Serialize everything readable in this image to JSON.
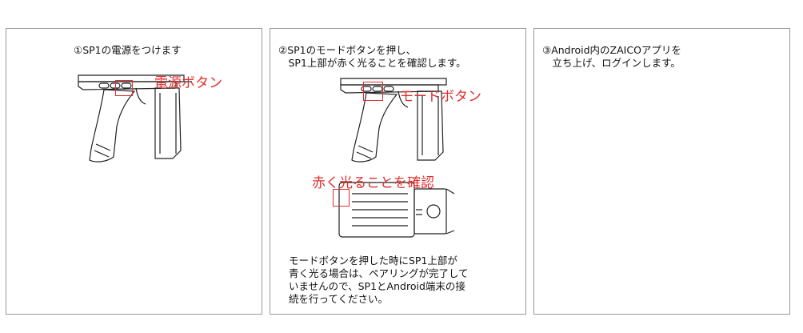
{
  "panels": [
    {
      "step_text": "①SP1の電源をつけます",
      "callout": "電源ボタン"
    },
    {
      "step_text": "②SP1のモードボタンを押し、\n　SP1上部が赤く光ることを確認します。",
      "callout_top": "モードボタン",
      "callout_bottom": "赤く光ることを確認",
      "note": "モードボタンを押した時にSP1上部が\n青く光る場合は、ペアリングが完了して\nいませんので、SP1とAndroid端末の接\n続を行ってください。"
    },
    {
      "step_text": "③Android内のZAICOアプリを\n　立ち上げ、ログインします。"
    }
  ],
  "colors": {
    "callout": "#e03030",
    "border": "#9a9a9a"
  },
  "icons": [
    "scanner-gun-side-illustration",
    "scanner-gun-top-illustration"
  ]
}
